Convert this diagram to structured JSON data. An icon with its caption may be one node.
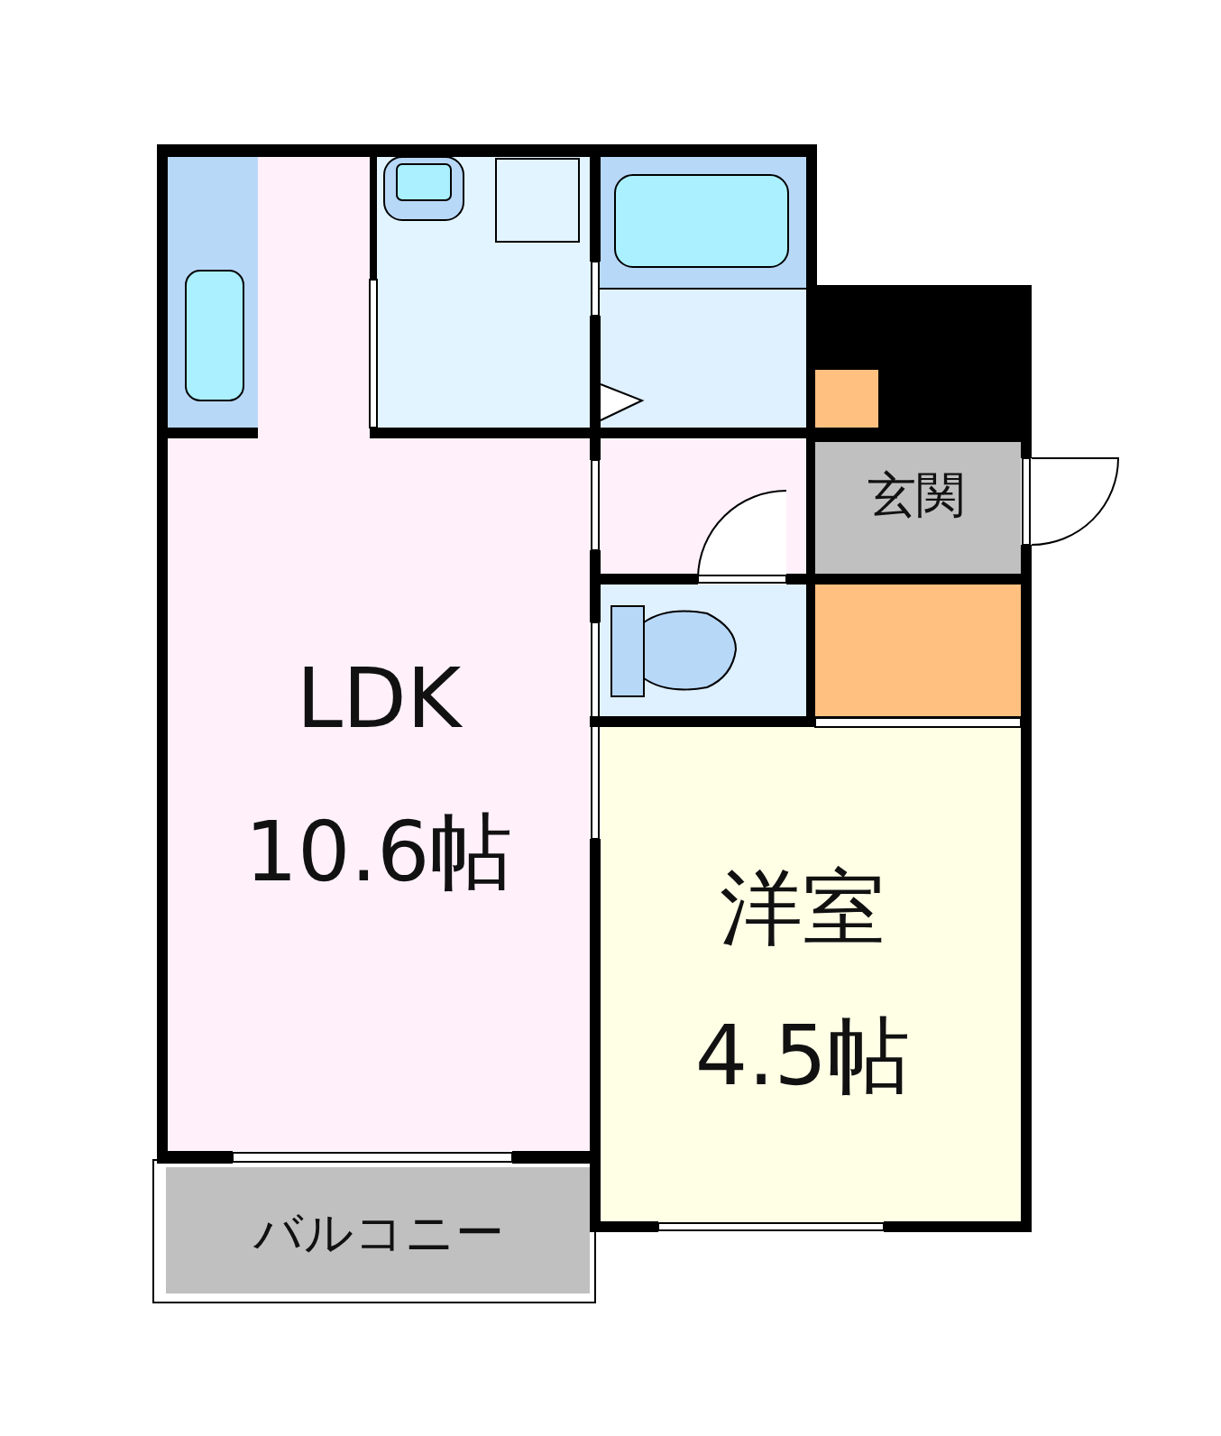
{
  "diagram": {
    "nodes": [
      {
        "text": [
          "LDK",
          "10.6帖"
        ]
      },
      {
        "text": [
          "玄関"
        ]
      },
      {
        "text": [
          "洋室",
          "4.5帖"
        ]
      },
      {
        "text": [
          "バルコニー"
        ]
      }
    ]
  }
}
